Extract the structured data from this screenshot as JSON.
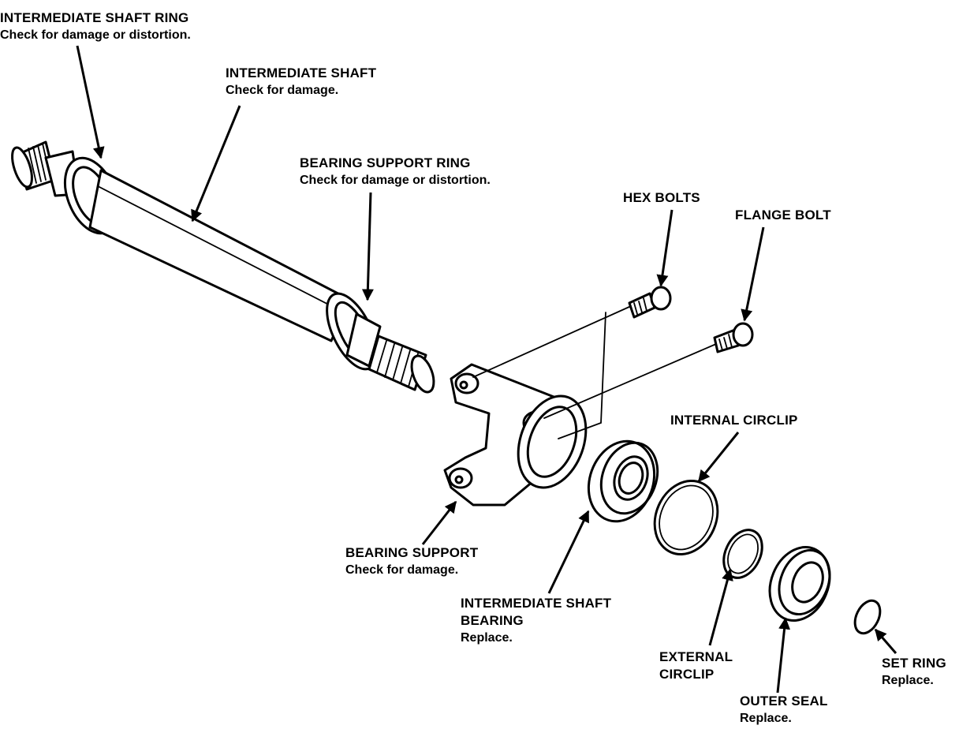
{
  "labels": {
    "intermediate_shaft_ring": {
      "title": "INTERMEDIATE SHAFT RING",
      "note": "Check for damage or distortion."
    },
    "intermediate_shaft": {
      "title": "INTERMEDIATE SHAFT",
      "note": "Check for damage."
    },
    "bearing_support_ring": {
      "title": "BEARING SUPPORT RING",
      "note": "Check for damage or distortion."
    },
    "hex_bolts": {
      "title": "HEX BOLTS"
    },
    "flange_bolt": {
      "title": "FLANGE BOLT"
    },
    "internal_circlip": {
      "title": "INTERNAL CIRCLIP"
    },
    "bearing_support": {
      "title": "BEARING SUPPORT",
      "note": "Check for damage."
    },
    "intermediate_shaft_bearing": {
      "title_line1": "INTERMEDIATE SHAFT",
      "title_line2": "BEARING",
      "note": "Replace."
    },
    "external_circlip": {
      "title_line1": "EXTERNAL",
      "title_line2": "CIRCLIP"
    },
    "outer_seal": {
      "title": "OUTER SEAL",
      "note": "Replace."
    },
    "set_ring": {
      "title": "SET RING",
      "note": "Replace."
    }
  },
  "colors": {
    "ink": "#000000",
    "paper": "#ffffff"
  }
}
